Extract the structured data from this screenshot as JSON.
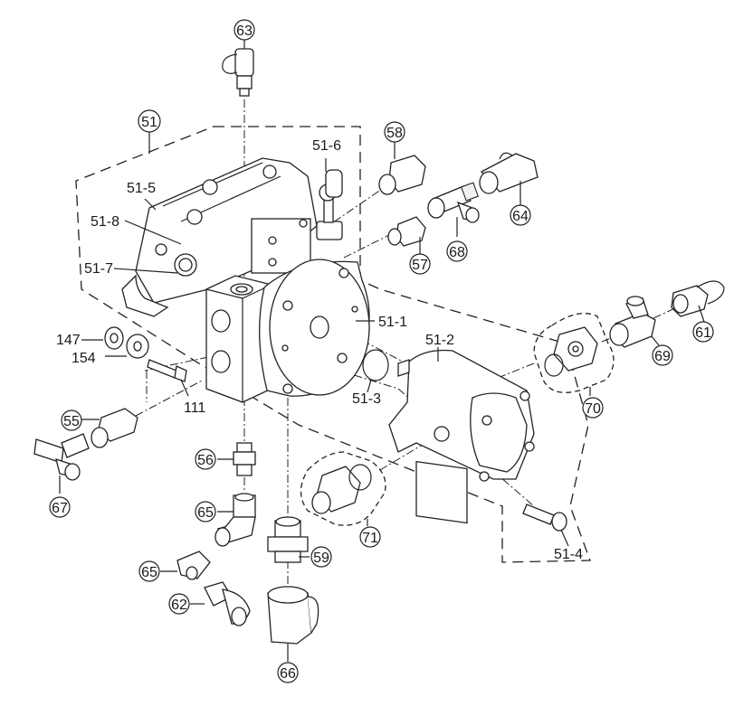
{
  "diagram": {
    "title": "Hydraulic pump assembly exploded view",
    "callouts": [
      {
        "id": "c63",
        "label": "63",
        "circled": true
      },
      {
        "id": "c51",
        "label": "51",
        "circled": true
      },
      {
        "id": "c58",
        "label": "58",
        "circled": true
      },
      {
        "id": "c64",
        "label": "64",
        "circled": true
      },
      {
        "id": "c68",
        "label": "68",
        "circled": true
      },
      {
        "id": "c57",
        "label": "57",
        "circled": true
      },
      {
        "id": "c61",
        "label": "61",
        "circled": true
      },
      {
        "id": "c69",
        "label": "69",
        "circled": true
      },
      {
        "id": "c70",
        "label": "70",
        "circled": true
      },
      {
        "id": "c55",
        "label": "55",
        "circled": true
      },
      {
        "id": "c67",
        "label": "67",
        "circled": true
      },
      {
        "id": "c56",
        "label": "56",
        "circled": true
      },
      {
        "id": "c65a",
        "label": "65",
        "circled": true
      },
      {
        "id": "c65b",
        "label": "65",
        "circled": true
      },
      {
        "id": "c62",
        "label": "62",
        "circled": true
      },
      {
        "id": "c59",
        "label": "59",
        "circled": true
      },
      {
        "id": "c66",
        "label": "66",
        "circled": true
      },
      {
        "id": "c71",
        "label": "71",
        "circled": true
      }
    ],
    "labels": {
      "l51_6": "51-6",
      "l51_5": "51-5",
      "l51_8": "51-8",
      "l51_7": "51-7",
      "l51_1": "51-1",
      "l51_2": "51-2",
      "l51_3": "51-3",
      "l51_4": "51-4",
      "l147": "147",
      "l154": "154",
      "l111": "111"
    }
  }
}
